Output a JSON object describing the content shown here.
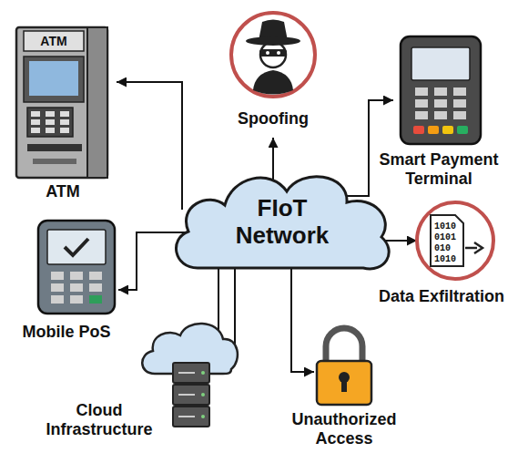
{
  "diagram": {
    "nodes": [
      {
        "text": [
          "Spoofing"
        ]
      },
      {
        "text": [
          "ATM"
        ]
      },
      {
        "text": [
          "Smart Payment Terminal"
        ]
      },
      {
        "text": [
          "FIoT Network"
        ]
      },
      {
        "text": [
          "Data Exfiltration"
        ]
      },
      {
        "text": [
          "Mobile PoS"
        ]
      },
      {
        "text": [
          "Cloud Infrastructure"
        ]
      },
      {
        "text": [
          "Unauthorized Access"
        ]
      }
    ],
    "edges": [
      {
        "from": 3,
        "to": 0,
        "arrow": "to"
      },
      {
        "from": 3,
        "to": 1,
        "arrow": "to"
      },
      {
        "from": 3,
        "to": 2,
        "arrow": "to"
      },
      {
        "from": 3,
        "to": 4,
        "arrow": "to"
      },
      {
        "from": 3,
        "to": 5,
        "arrow": "to"
      },
      {
        "from": 3,
        "to": 6,
        "arrow": "none"
      },
      {
        "from": 3,
        "to": 6,
        "arrow": "none"
      },
      {
        "from": 3,
        "to": 7,
        "arrow": "to"
      }
    ],
    "labels": [
      "ATM",
      "1010",
      "0101",
      "010",
      "1010"
    ]
  }
}
